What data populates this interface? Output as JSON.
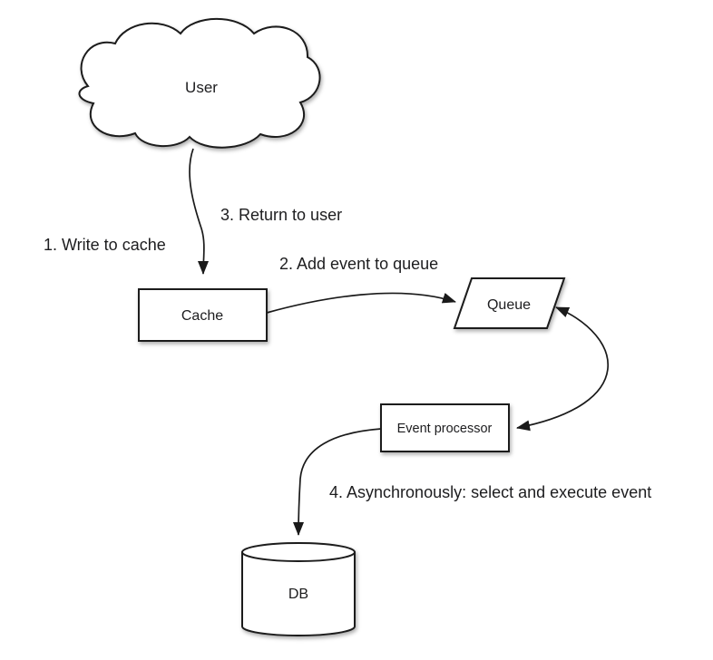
{
  "diagram": {
    "nodes": {
      "user": {
        "label": "User",
        "shape": "cloud"
      },
      "cache": {
        "label": "Cache",
        "shape": "rectangle"
      },
      "queue": {
        "label": "Queue",
        "shape": "parallelogram"
      },
      "event_processor": {
        "label": "Event processor",
        "shape": "rectangle"
      },
      "db": {
        "label": "DB",
        "shape": "cylinder"
      }
    },
    "steps": {
      "step1": "1. Write to cache",
      "step2": "2. Add event to queue",
      "step3": "3. Return to user",
      "step4": "4. Asynchronously: select and execute event"
    },
    "edges": [
      {
        "from": "User",
        "to": "Cache",
        "label": "1. Write to cache",
        "direction": "single"
      },
      {
        "from": "Cache",
        "to": "User",
        "label": "3. Return to user",
        "direction": "single"
      },
      {
        "from": "Cache",
        "to": "Queue",
        "label": "2. Add event to queue",
        "direction": "single"
      },
      {
        "from": "Queue",
        "to": "Event processor",
        "label": "",
        "direction": "double"
      },
      {
        "from": "Event processor",
        "to": "DB",
        "label": "4. Asynchronously: select and execute event",
        "direction": "single"
      }
    ],
    "colors": {
      "stroke": "#1a1a1a",
      "text": "#1d1d1f",
      "background": "#ffffff",
      "shape_fill": "#ffffff"
    }
  }
}
